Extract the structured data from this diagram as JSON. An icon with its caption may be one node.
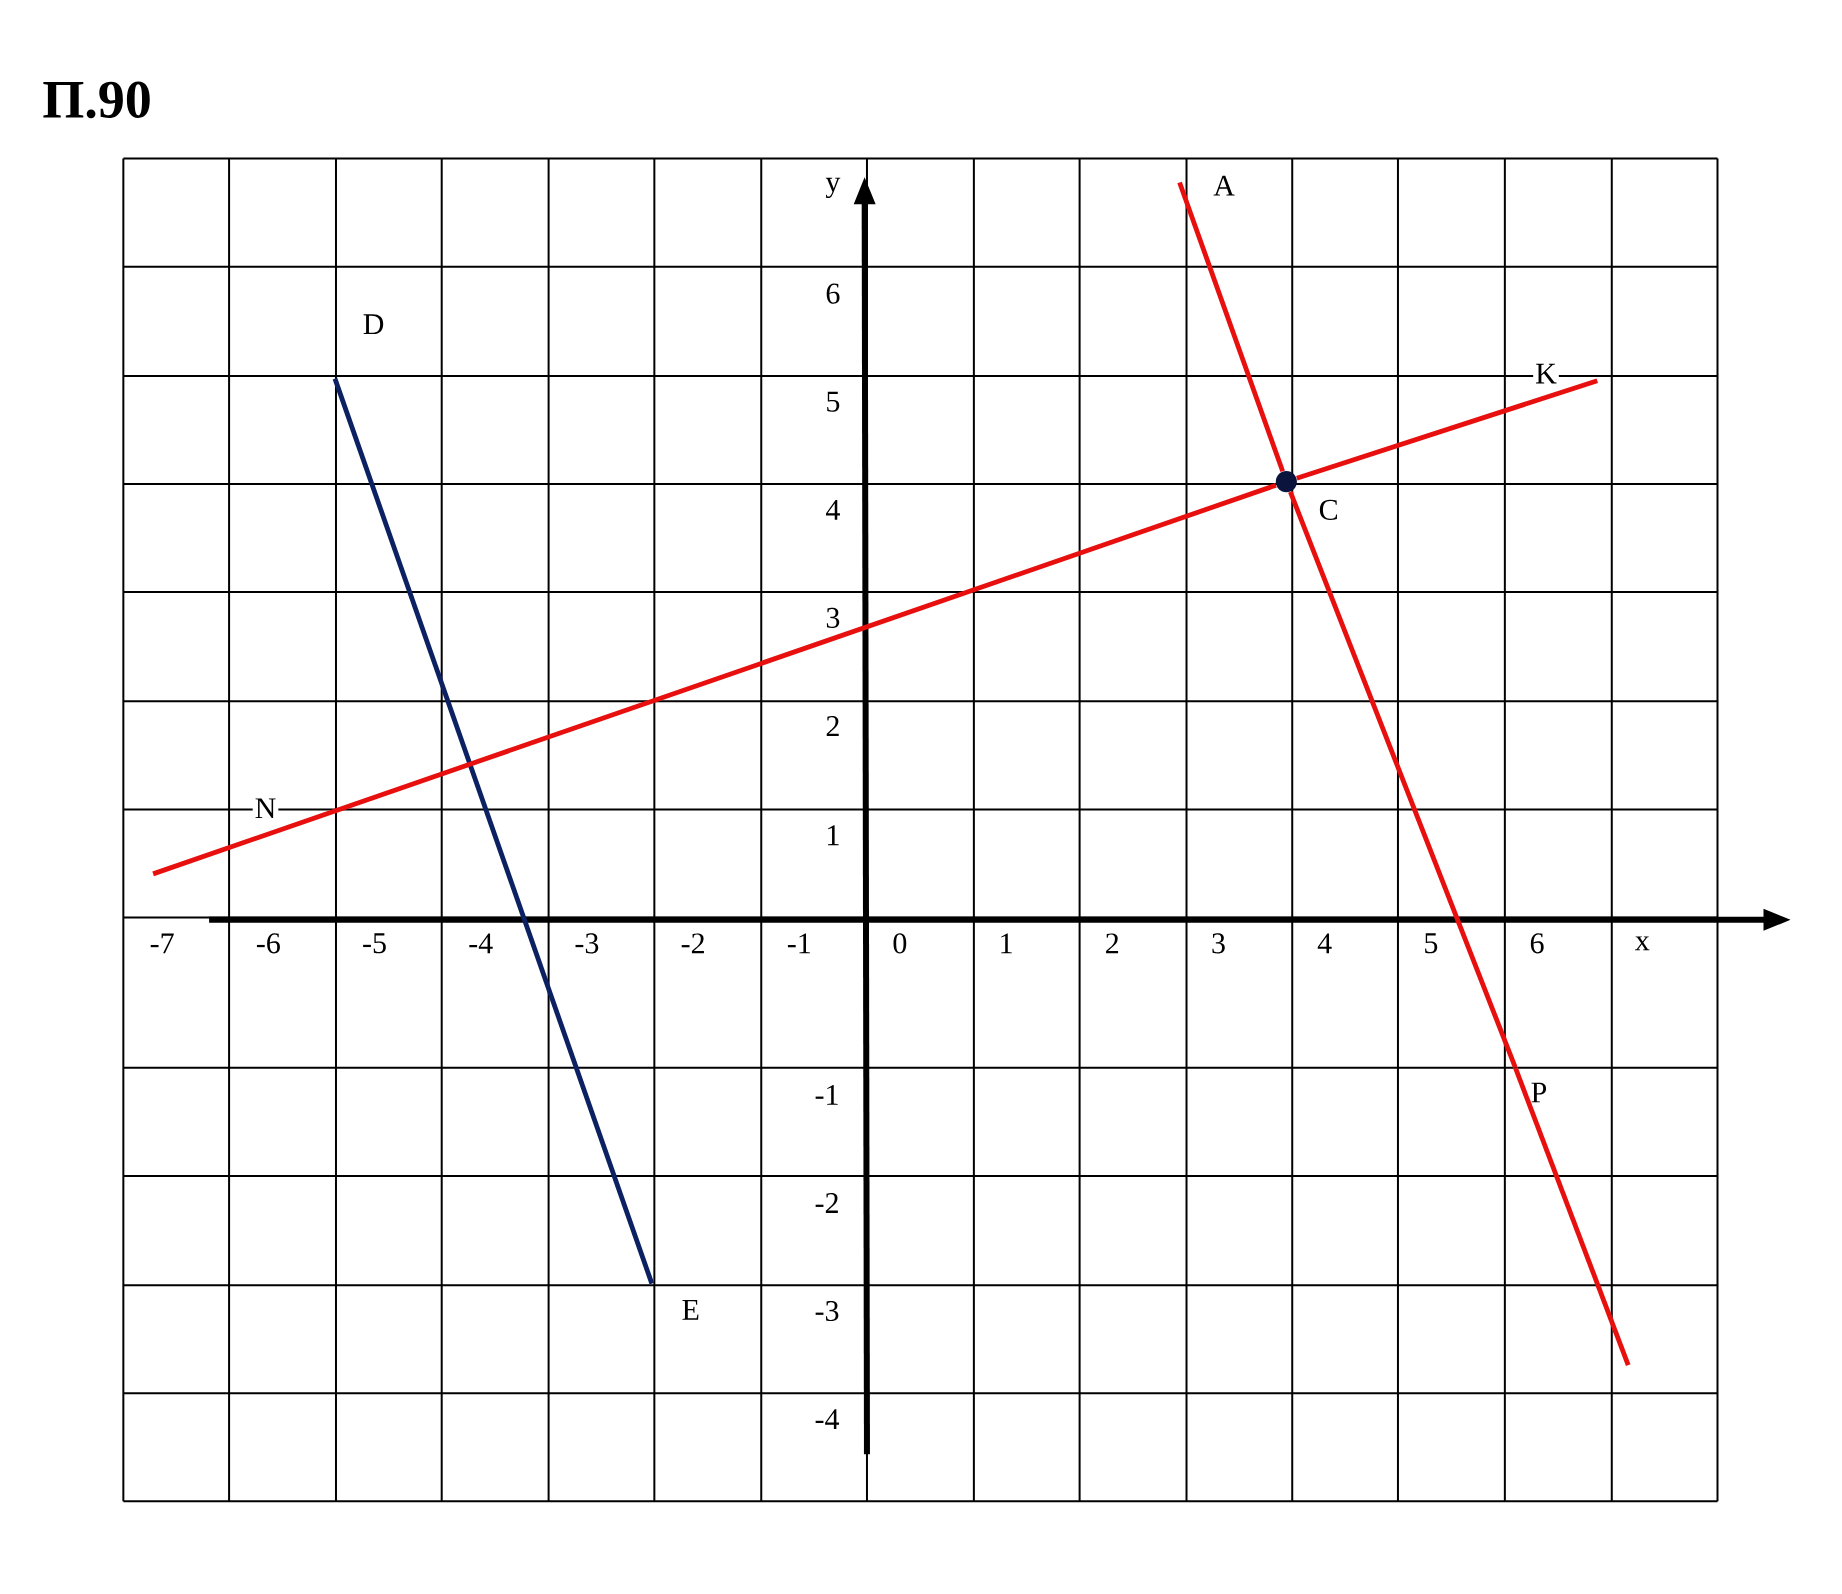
{
  "diagram": {
    "title": "П.90",
    "nodes": [
      {
        "text": [
          "A"
        ]
      },
      {
        "text": [
          "D"
        ]
      },
      {
        "text": [
          "K"
        ]
      },
      {
        "text": [
          "C"
        ]
      },
      {
        "text": [
          "N"
        ]
      },
      {
        "text": [
          "P"
        ]
      },
      {
        "text": [
          "E"
        ]
      }
    ],
    "edges": [
      {
        "from": 1,
        "to": 6,
        "arrow": "none",
        "color": "#0b2161"
      },
      {
        "from": 0,
        "to": 3,
        "arrow": "none"
      },
      {
        "from": 3,
        "to": 5,
        "arrow": "none"
      },
      {
        "from": 4,
        "to": 3,
        "arrow": "none"
      },
      {
        "from": 3,
        "to": 2,
        "arrow": "none"
      }
    ],
    "labels": [
      "y",
      "6",
      "5",
      "4",
      "3",
      "2",
      "1",
      "-7",
      "-6",
      "-5",
      "-4",
      "-3",
      "-2",
      "-1",
      "0",
      "1",
      "2",
      "3",
      "4",
      "5",
      "6",
      "x",
      "-1",
      "-2",
      "-3",
      "-4"
    ]
  }
}
